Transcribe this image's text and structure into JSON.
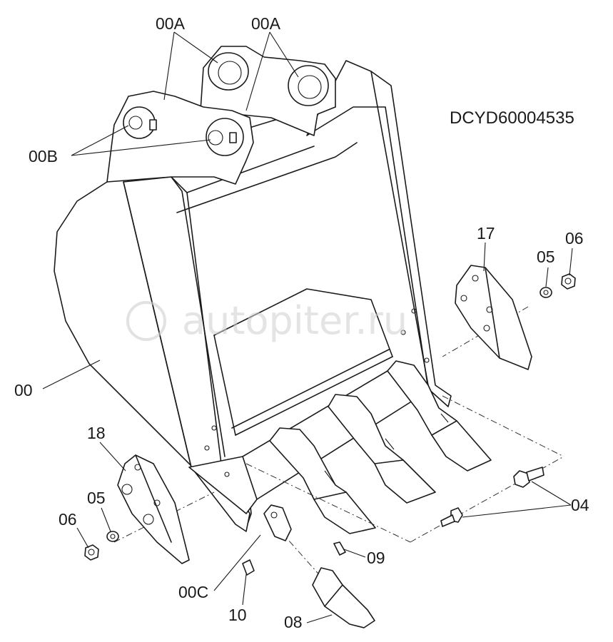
{
  "drawing": {
    "code": "DCYD60004535",
    "watermark": "autopiter.ru"
  },
  "labels": {
    "l_00A_1": "00A",
    "l_00A_2": "00A",
    "l_00B": "00B",
    "l_00": "00",
    "l_00C": "00C",
    "l_17": "17",
    "l_05_right": "05",
    "l_06_right": "06",
    "l_18": "18",
    "l_05_left": "05",
    "l_06_left": "06",
    "l_04": "04",
    "l_09": "09",
    "l_10": "10",
    "l_08": "08"
  },
  "colors": {
    "line": "#1a1a1a",
    "watermark": "#cfcfcf"
  }
}
